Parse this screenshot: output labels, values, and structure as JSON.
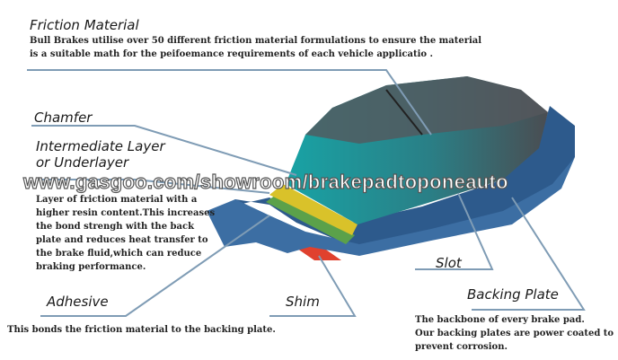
{
  "labels": {
    "friction_material": {
      "title": "Friction Material",
      "lines": [
        "Bull Brakes utilise over 50 different friction material formulations to ensure the material",
        "is a suitable math for the peifoemance requirements of each vehicle applicatio ."
      ]
    },
    "chamfer": {
      "title": "Chamfer"
    },
    "intermediate_layer": {
      "title_lines": [
        "Intermediate Layer",
        "or Underlayer"
      ],
      "lines": [
        "Layer of friction material with a",
        "higher resin content.This increases",
        "the bond strengh with the back",
        "plate and reduces heat transfer to",
        "the brake fluid,which can reduce",
        "braking performance."
      ]
    },
    "slot": {
      "title": "Slot"
    },
    "backing_plate": {
      "title": "Backing Plate",
      "lines": [
        "The backbone of every brake pad.",
        "Our backing plates are power coated to",
        "prevent corrosion."
      ]
    },
    "adhesive": {
      "title": "Adhesive",
      "text": "This bonds the friction material to the backing plate."
    },
    "shim": {
      "title": "Shim"
    }
  },
  "watermark": "www.gasgoo.com/showroom/brakepadtoponeauto",
  "colors": {
    "leader": "#7f9cb5",
    "pad": "#4a4d52",
    "teal": "#1f9aa0",
    "backing": "#2d5a8c",
    "adhesive": "#d9c22a",
    "underlayer": "#5ba14a",
    "shim": "#e0412e"
  }
}
